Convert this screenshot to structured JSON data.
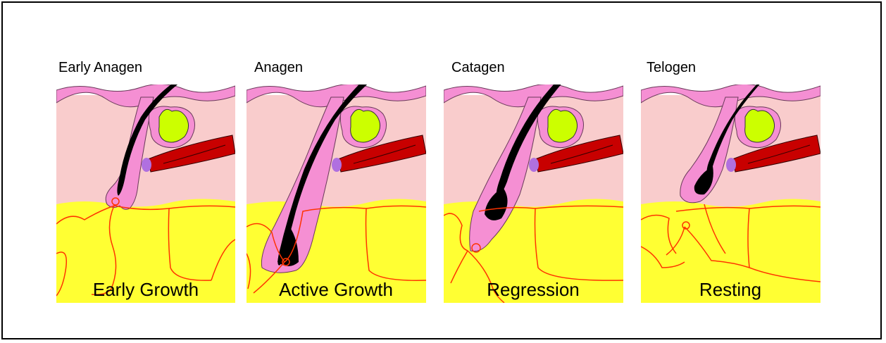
{
  "figure": {
    "stages": [
      {
        "name": "Early Anagen",
        "caption": "Early Growth"
      },
      {
        "name": "Anagen",
        "caption": "Active Growth"
      },
      {
        "name": "Catagen",
        "caption": "Regression"
      },
      {
        "name": "Telogen",
        "caption": "Resting"
      }
    ]
  },
  "colors": {
    "dermis": "#f9cccc",
    "epidermis": "#f58fd3",
    "fat_layer": "#ffff33",
    "sebaceous_gland": "#ccff00",
    "muscle": "#c80000",
    "hair": "#000000",
    "vessels": "#ff3300",
    "bulge": "#b070e0"
  }
}
